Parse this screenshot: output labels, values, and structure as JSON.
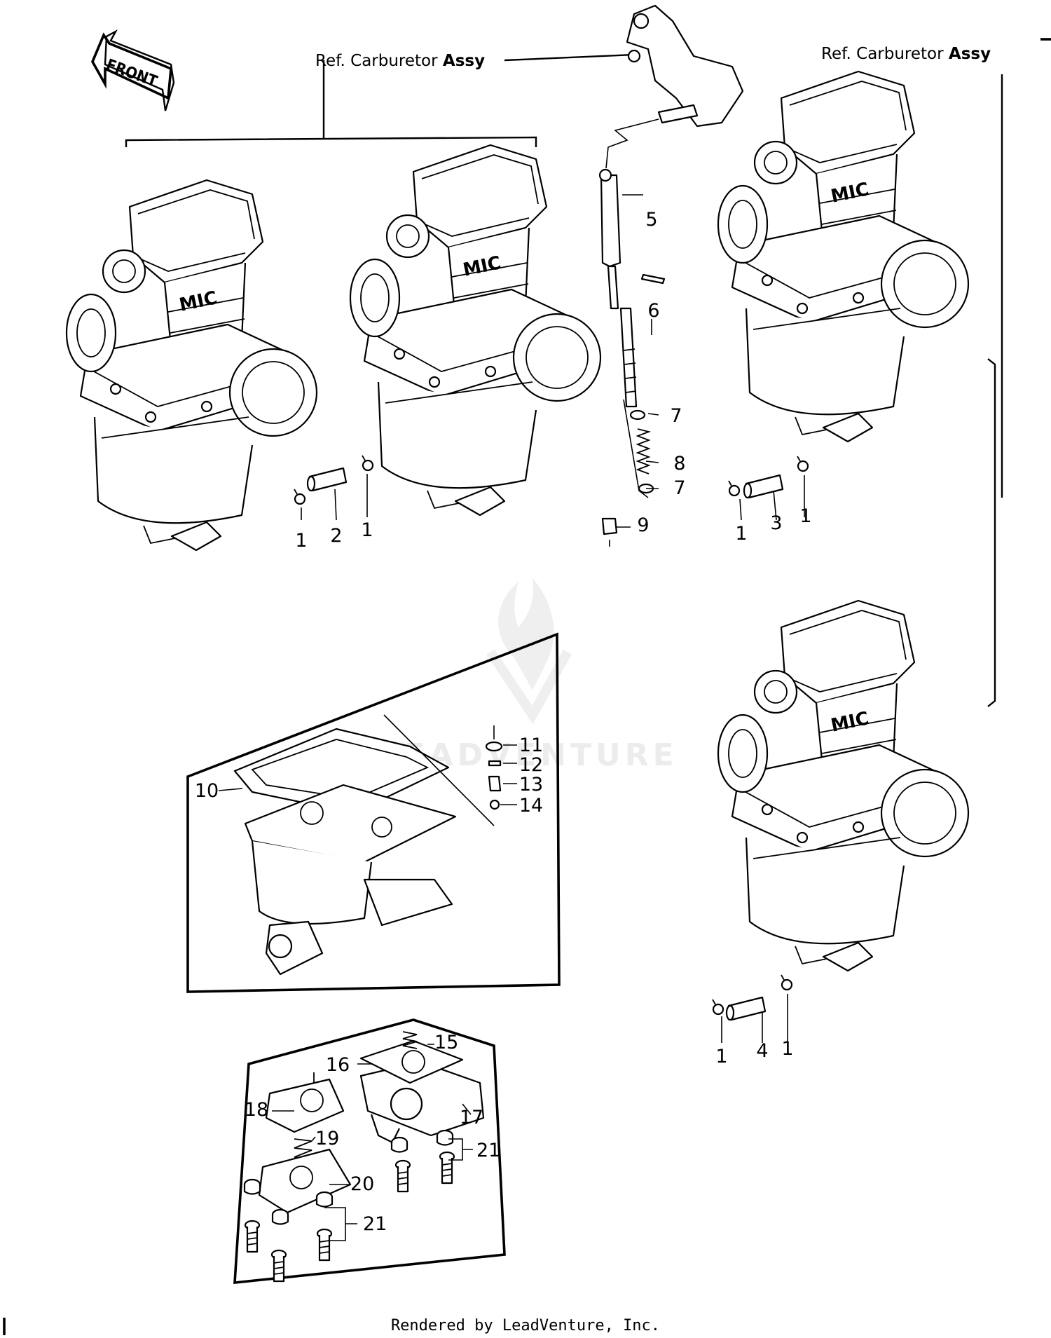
{
  "front_arrow": "FRONT",
  "ref_left": {
    "prefix": "Ref. Carburetor ",
    "bold": "Assy"
  },
  "ref_right": {
    "prefix": "Ref. Carburetor ",
    "bold": "Assy"
  },
  "carb_logo": "MIC",
  "callouts": [
    "1",
    "2",
    "1",
    "5",
    "6",
    "7",
    "8",
    "7",
    "9",
    "1",
    "3",
    "1",
    "10",
    "11",
    "12",
    "13",
    "14",
    "1",
    "4",
    "1",
    "15",
    "16",
    "17",
    "18",
    "19",
    "20",
    "21",
    "21"
  ],
  "watermark": "LEADVENTURE",
  "footer": "Rendered by LeadVenture, Inc."
}
